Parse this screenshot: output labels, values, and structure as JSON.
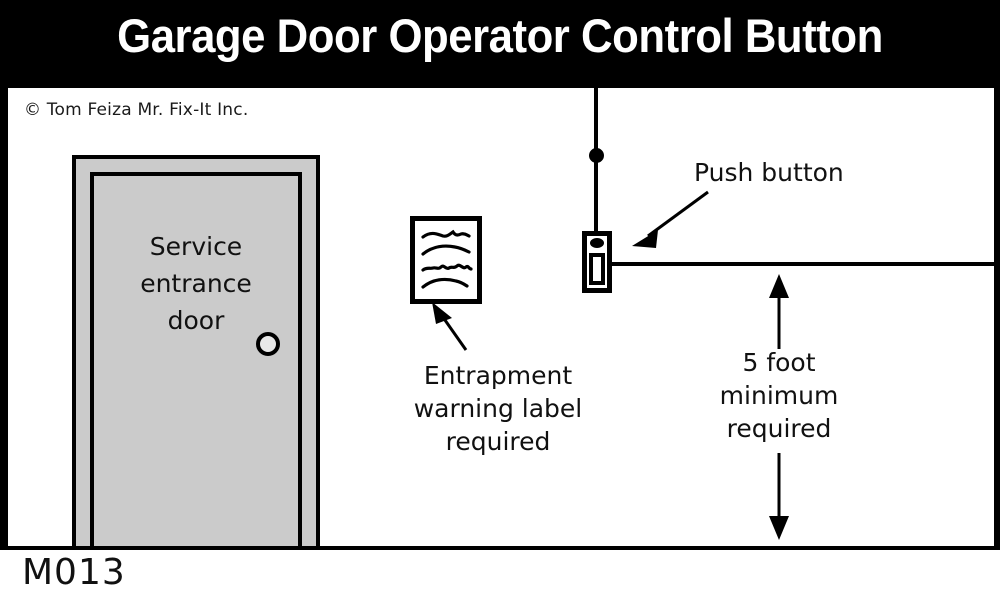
{
  "title": "Garage Door Operator Control Button",
  "copyright": "© Tom Feiza Mr. Fix-It Inc.",
  "figure_code": "M013",
  "diagram": {
    "door": {
      "label_line1": "Service",
      "label_line2": "entrance",
      "label_line3": "door",
      "knob_name": "door-knob",
      "fill_color": "#cbcbcb",
      "stroke_color": "#000000"
    },
    "warning_sign": {
      "name": "entrapment-warning-label-sign",
      "squiggle_count": 4,
      "fill_color": "#ffffff",
      "stroke_color": "#000000"
    },
    "push_button": {
      "name": "push-button-device",
      "has_wire": true,
      "has_indicator_dot": true
    },
    "callouts": [
      {
        "name": "push-button-callout",
        "text": "Push button",
        "arrow": "diagonal-down-left"
      },
      {
        "name": "entrapment-callout",
        "line1": "Entrapment",
        "line2": "warning label",
        "line3": "required",
        "arrow": "diagonal-up-right"
      },
      {
        "name": "height-dimension-callout",
        "line1": "5 foot",
        "line2": "minimum",
        "line3": "required",
        "arrow": "double-headed-vertical"
      }
    ],
    "colors": {
      "background": "#ffffff",
      "frame": "#000000",
      "title_text": "#ffffff",
      "door_fill": "#cbcbcb",
      "line": "#000000"
    }
  }
}
